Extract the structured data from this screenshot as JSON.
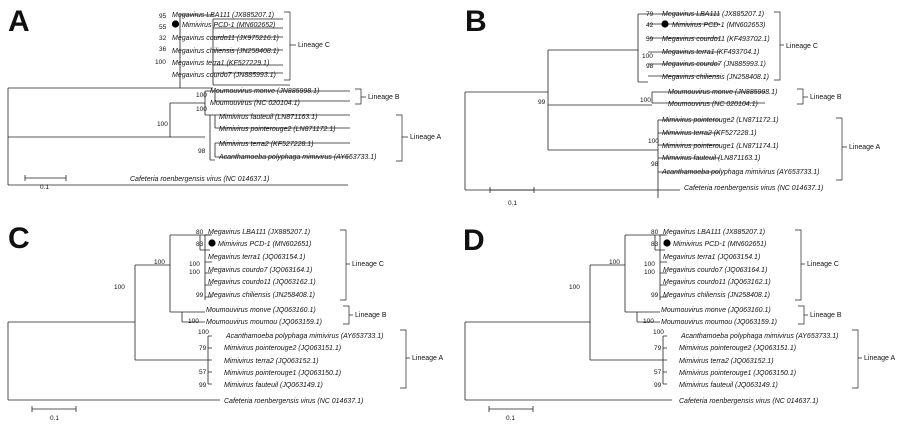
{
  "panels": [
    {
      "letter": "A",
      "leaves": [
        "Megavirus LBA111 (JX885207.1)",
        "Mimivirus PCD-1 (MN602652)",
        "Megavirus courdo11 (JX975216.1)",
        "Megavirus chiliensis (JN258408.1)",
        "Megavirus terra1 (KF527229.1)",
        "Megavirus courdo7 (JN885993.1)",
        "Moumouvirus monve (JN885998.1)",
        "Moumouvirus (NC 020104.1)",
        "Mimivirus fauteuil (LN871163.1)",
        "Mimivirus pointerouge2 (LN871172.1)",
        "Mimivirus terra2 (KF527228.1)",
        "Acanthamoeba polyphaga mimivirus (AY653733.1)",
        "Cafeteria roenbergensis virus (NC 014637.1)"
      ],
      "bootstraps": [
        "95",
        "55",
        "32",
        "36",
        "100",
        "100",
        "100",
        "100",
        "98"
      ],
      "lineages": [
        "Lineage C",
        "Lineage B",
        "Lineage A"
      ],
      "scale": "0.1",
      "marker_index": 1
    },
    {
      "letter": "B",
      "leaves": [
        "Megavirus LBA111 (JX885207.1)",
        "Mimivirus PCD-1 (MN602653)",
        "Megavirus courdo11 (KF493702.1)",
        "Megavirus terra1 (KF493704.1)",
        "Megavirus courdo7 (JN885993.1)",
        "Megavirus chiliensis (JN258408.1)",
        "Moumouvirus monve (JN885998.1)",
        "Moumouvirus (NC 020104.1)",
        "Mimivirus pointerouge2 (LN871172.1)",
        "Mimivirus terra2 (KF527228.1)",
        "Mimivirus pointerouge1 (LN871174.1)",
        "Mimivirus fauteuil (LN871163.1)",
        "Acanthamoeba polyphaga mimivirus (AY653733.1)",
        "Cafeteria roenbergensis virus (NC 014637.1)"
      ],
      "bootstraps": [
        "79",
        "42",
        "59",
        "100",
        "98",
        "99",
        "100",
        "100",
        "98"
      ],
      "lineages": [
        "Lineage C",
        "Lineage B",
        "Lineage A"
      ],
      "scale": "0.1",
      "marker_index": 1
    },
    {
      "letter": "C",
      "leaves": [
        "Megavirus LBA111 (JX885207.1)",
        "Mimivirus PCD-1 (MN602651)",
        "Megavirus terra1 (JQ063154.1)",
        "Megavirus courdo7 (JQ063164.1)",
        "Megavirus courdo11 (JQ063162.1)",
        "Megavirus chiliensis (JN258408.1)",
        "Moumouvirus monve (JQ063160.1)",
        "Moumouvirus moumou (JQ063159.1)",
        "Acanthamoeba polyphaga mimivirus (AY653733.1)",
        "Mimivirus pointerouge2 (JQ063151.1)",
        "Mimivirus terra2 (JQ063152.1)",
        "Mimivirus pointerouge1 (JQ063150.1)",
        "Mimivirus fauteuil (JQ063149.1)",
        "Cafeteria roenbergensis virus (NC 014637.1)"
      ],
      "bootstraps": [
        "80",
        "83",
        "100",
        "100",
        "100",
        "99",
        "100",
        "100",
        "100",
        "79",
        "57",
        "99"
      ],
      "lineages": [
        "Lineage C",
        "Lineage B",
        "Lineage A"
      ],
      "scale": "0.1",
      "marker_index": 1
    },
    {
      "letter": "D",
      "leaves": [
        "Megavirus LBA111 (JX885207.1)",
        "Mimivirus PCD-1 (MN602651)",
        "Megavirus terra1 (JQ063154.1)",
        "Megavirus courdo7 (JQ063164.1)",
        "Megavirus courdo11 (JQ063162.1)",
        "Megavirus chiliensis (JN258408.1)",
        "Moumouvirus monve (JQ063160.1)",
        "Moumouvirus moumou (JQ063159.1)",
        "Acanthamoeba polyphaga mimivirus (AY653733.1)",
        "Mimivirus pointerouge2 (JQ063151.1)",
        "Mimivirus terra2 (JQ063152.1)",
        "Mimivirus pointerouge1 (JQ063150.1)",
        "Mimivirus fauteuil (JQ063149.1)",
        "Cafeteria roenbergensis virus (NC 014637.1)"
      ],
      "bootstraps": [
        "80",
        "83",
        "100",
        "100",
        "100",
        "99",
        "100",
        "100",
        "100",
        "79",
        "57",
        "99"
      ],
      "lineages": [
        "Lineage C",
        "Lineage B",
        "Lineage A"
      ],
      "scale": "0.1",
      "marker_index": 1
    }
  ]
}
